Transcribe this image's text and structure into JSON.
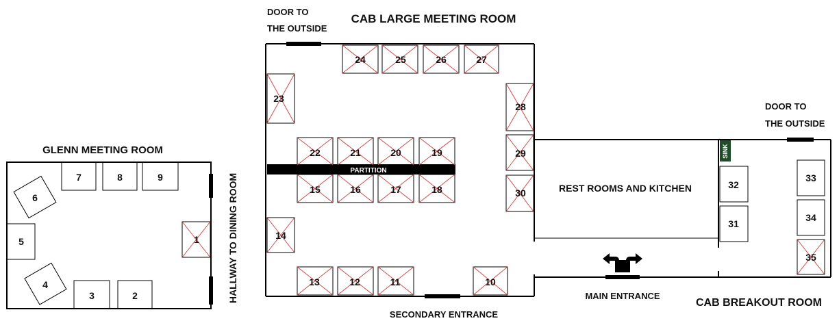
{
  "rooms": {
    "glenn": "GLENN MEETING ROOM",
    "cab_large": "CAB LARGE MEETING ROOM",
    "restrooms": "REST ROOMS AND KITCHEN",
    "cab_breakout": "CAB BREAKOUT ROOM"
  },
  "labels": {
    "hallway": "HALLWAY TO DINING ROOM",
    "door_outside_1_line1": "DOOR TO",
    "door_outside_1_line2": "THE OUTSIDE",
    "door_outside_2_line1": "DOOR TO",
    "door_outside_2_line2": "THE OUTSIDE",
    "partition": "PARTITION",
    "sink": "SINK",
    "main_entrance": "MAIN ENTRANCE",
    "secondary_entrance": "SECONDARY ENTRANCE"
  },
  "tables": {
    "t1": {
      "label": "1",
      "crossed": true
    },
    "t2": {
      "label": "2",
      "crossed": false
    },
    "t3": {
      "label": "3",
      "crossed": false
    },
    "t4": {
      "label": "4",
      "crossed": false
    },
    "t5": {
      "label": "5",
      "crossed": false
    },
    "t6": {
      "label": "6",
      "crossed": false
    },
    "t7": {
      "label": "7",
      "crossed": false
    },
    "t8": {
      "label": "8",
      "crossed": false
    },
    "t9": {
      "label": "9",
      "crossed": false
    },
    "t10": {
      "label": "10",
      "crossed": true
    },
    "t11": {
      "label": "11",
      "crossed": true
    },
    "t12": {
      "label": "12",
      "crossed": true
    },
    "t13": {
      "label": "13",
      "crossed": true
    },
    "t14": {
      "label": "14",
      "crossed": true
    },
    "t15": {
      "label": "15",
      "crossed": true
    },
    "t16": {
      "label": "16",
      "crossed": true
    },
    "t17": {
      "label": "17",
      "crossed": true
    },
    "t18": {
      "label": "18",
      "crossed": true
    },
    "t19": {
      "label": "19",
      "crossed": true
    },
    "t20": {
      "label": "20",
      "crossed": true
    },
    "t21": {
      "label": "21",
      "crossed": true
    },
    "t22": {
      "label": "22",
      "crossed": true
    },
    "t23": {
      "label": "23",
      "crossed": true
    },
    "t24": {
      "label": "24",
      "crossed": true
    },
    "t25": {
      "label": "25",
      "crossed": true
    },
    "t26": {
      "label": "26",
      "crossed": true
    },
    "t27": {
      "label": "27",
      "crossed": true
    },
    "t28": {
      "label": "28",
      "crossed": true
    },
    "t29": {
      "label": "29",
      "crossed": true
    },
    "t30": {
      "label": "30",
      "crossed": true
    },
    "t31": {
      "label": "31",
      "crossed": false
    },
    "t32": {
      "label": "32",
      "crossed": false
    },
    "t33": {
      "label": "33",
      "crossed": false
    },
    "t34": {
      "label": "34",
      "crossed": false
    },
    "t35": {
      "label": "35",
      "crossed": true
    }
  },
  "colors": {
    "cross": "#d04a4a",
    "wall": "#000000",
    "sink_bg": "#1f4d2a"
  }
}
